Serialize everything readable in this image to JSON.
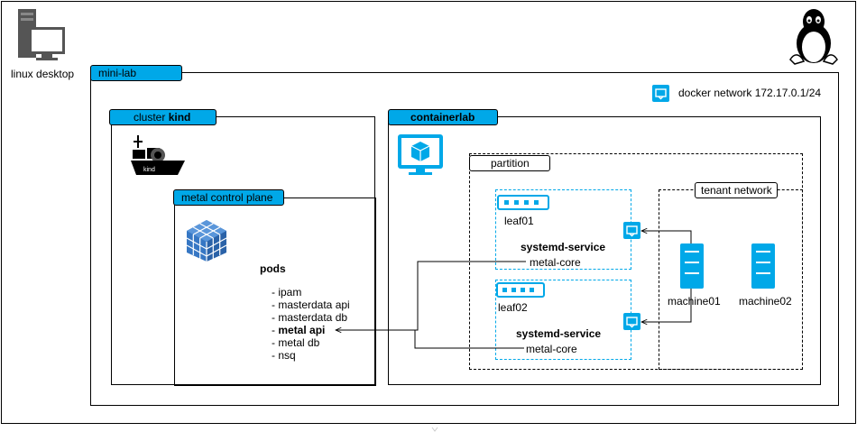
{
  "desktop": {
    "label": "linux desktop"
  },
  "minilab": {
    "title": "mini-lab"
  },
  "docker_network": {
    "label": "docker network 172.17.0.1/24"
  },
  "cluster": {
    "title_prefix": "cluster ",
    "title_bold": "kind",
    "logo_text": "kind"
  },
  "control_plane": {
    "title": "metal control plane",
    "pods_title": "pods",
    "pods": [
      {
        "text": "- ipam"
      },
      {
        "text": "- masterdata api"
      },
      {
        "text": "- masterdata db"
      },
      {
        "text_prefix": "- ",
        "text_bold": "metal api"
      },
      {
        "text": "- metal db"
      },
      {
        "text": "- nsq"
      }
    ]
  },
  "containerlab": {
    "title": "containerlab"
  },
  "partition": {
    "title": "partition"
  },
  "tenant_network": {
    "title": "tenant network"
  },
  "leaf01": {
    "name": "leaf01",
    "service": "systemd-service",
    "core": "metal-core"
  },
  "leaf02": {
    "name": "leaf02",
    "service": "systemd-service",
    "core": "metal-core"
  },
  "machines": [
    {
      "name": "machine01"
    },
    {
      "name": "machine02"
    }
  ],
  "colors": {
    "accent": "#00A8E8",
    "icon_dark": "#444444"
  },
  "icons": [
    "desktop-computer-icon",
    "linux-tux-icon",
    "docker-network-icon",
    "kind-ship-icon",
    "kubernetes-cube-icon",
    "containerlab-monitor-icon",
    "switch-icon",
    "port-icon",
    "server-icon"
  ]
}
